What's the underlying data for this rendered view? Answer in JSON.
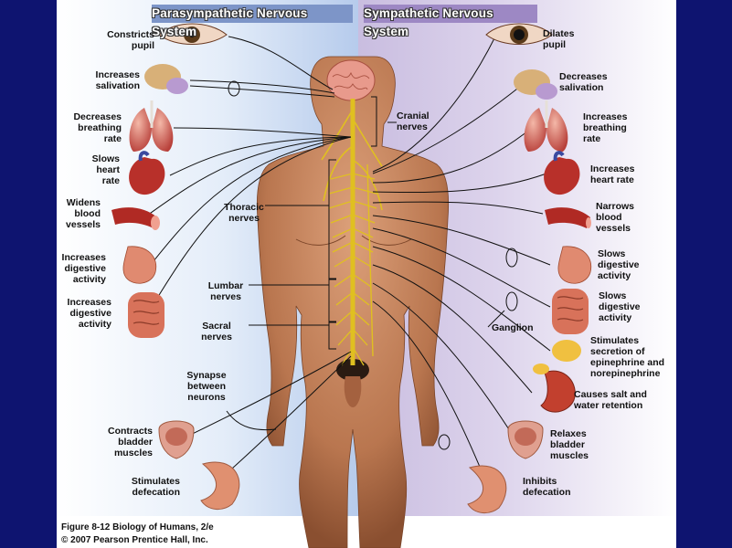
{
  "titles": {
    "left": "Parasympathetic Nervous System",
    "right": "Sympathetic Nervous System"
  },
  "parasympathetic": {
    "constricts_pupil": "Constricts\npupil",
    "increases_salivation": "Increases\nsalivation",
    "decreases_breathing": "Decreases\nbreathing\nrate",
    "slows_heart": "Slows\nheart\nrate",
    "widens_vessels": "Widens\nblood\nvessels",
    "increases_digestive_1": "Increases\ndigestive\nactivity",
    "increases_digestive_2": "Increases\ndigestive\nactivity",
    "contracts_bladder": "Contracts\nbladder\nmuscles",
    "stimulates_defecation": "Stimulates\ndefecation"
  },
  "sympathetic": {
    "dilates_pupil": "Dilates\npupil",
    "decreases_salivation": "Decreases\nsalivation",
    "increases_breathing": "Increases\nbreathing\nrate",
    "increases_heart": "Increases\nheart rate",
    "narrows_vessels": "Narrows\nblood\nvessels",
    "slows_digestive_1": "Slows\ndigestive\nactivity",
    "slows_digestive_2": "Slows\ndigestive\nactivity",
    "stimulates_epinephrine": "Stimulates\nsecretion of\nepinephrine and\nnorepinephrine",
    "salt_water": "Causes salt and\nwater retention",
    "relaxes_bladder": "Relaxes\nbladder\nmuscles",
    "inhibits_defecation": "Inhibits\ndefecation"
  },
  "center": {
    "cranial": "Cranial\nnerves",
    "thoracic": "Thoracic\nnerves",
    "lumbar": "Lumbar\nnerves",
    "sacral": "Sacral\nnerves",
    "synapse": "Synapse\nbetween\nneurons",
    "ganglion": "Ganglion"
  },
  "caption": {
    "line1": "Figure 8-12  Biology of Humans, 2/e",
    "line2": "© 2007 Pearson Prentice Hall, Inc."
  },
  "colors": {
    "background": "#0e1470",
    "nerve": "#e0c020",
    "skin": "#c98660"
  }
}
